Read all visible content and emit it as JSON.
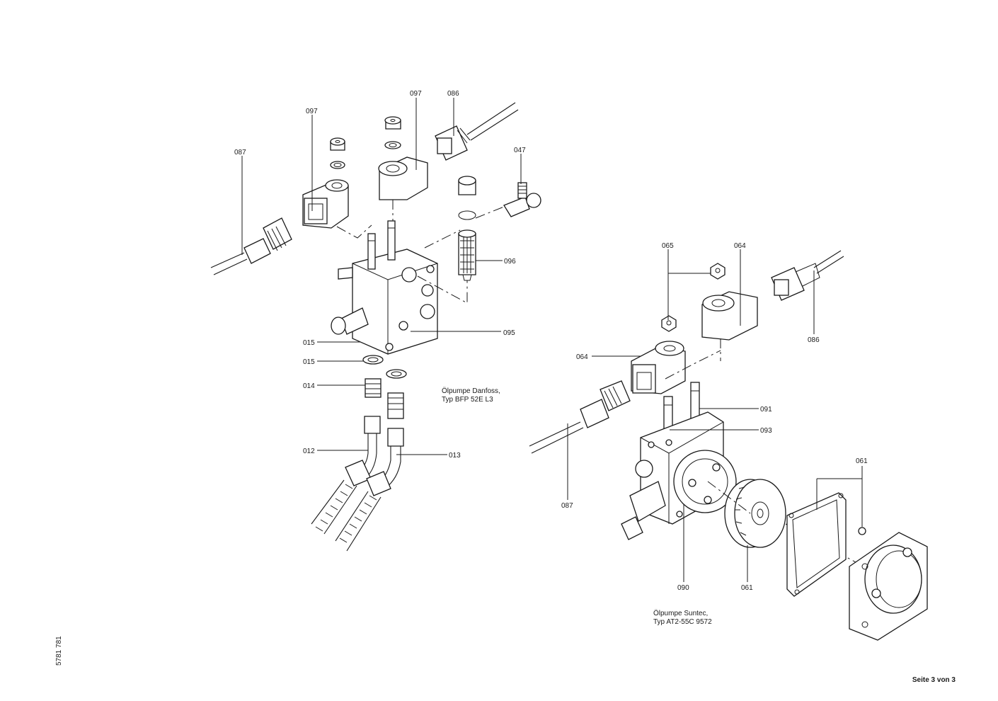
{
  "page": {
    "footer": "Seite 3 von 3",
    "doc_number": "5781 781"
  },
  "pumps": [
    {
      "caption_line1": "Ölpumpe Danfoss,",
      "caption_line2": "Typ BFP 52E L3",
      "labels": [
        "097",
        "097",
        "086",
        "087",
        "047",
        "096",
        "095",
        "015",
        "015",
        "014",
        "012",
        "013"
      ]
    },
    {
      "caption_line1": "Ölpumpe Suntec,",
      "caption_line2": "Typ AT2-55C 9572",
      "labels": [
        "065",
        "064",
        "064",
        "086",
        "087",
        "091",
        "093",
        "090",
        "061",
        "061"
      ]
    }
  ]
}
